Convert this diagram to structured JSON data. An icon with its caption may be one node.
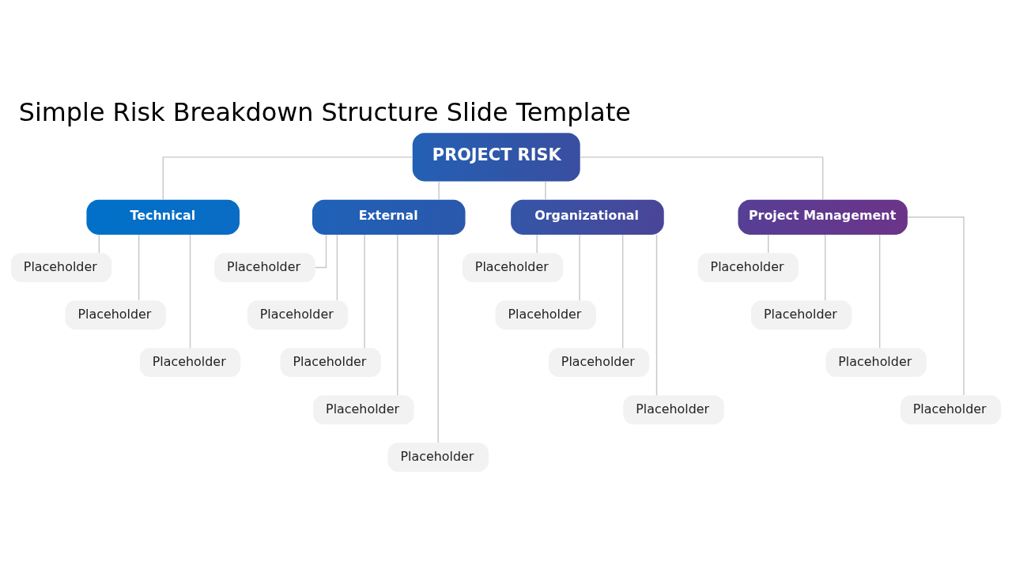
{
  "diagram": {
    "title": "Simple Risk Breakdown Structure Slide Template",
    "nodes": [
      {
        "text": [
          "PROJECT RISK"
        ]
      },
      {
        "text": [
          "Technical"
        ]
      },
      {
        "text": [
          "External"
        ]
      },
      {
        "text": [
          "Organizational"
        ]
      },
      {
        "text": [
          "Project Management"
        ]
      },
      {
        "text": [
          "Placeholder"
        ]
      },
      {
        "text": [
          "Placeholder"
        ]
      },
      {
        "text": [
          "Placeholder"
        ]
      },
      {
        "text": [
          "Placeholder"
        ]
      },
      {
        "text": [
          "Placeholder"
        ]
      },
      {
        "text": [
          "Placeholder"
        ]
      },
      {
        "text": [
          "Placeholder"
        ]
      },
      {
        "text": [
          "Placeholder"
        ]
      },
      {
        "text": [
          "Placeholder"
        ]
      },
      {
        "text": [
          "Placeholder"
        ]
      },
      {
        "text": [
          "Placeholder"
        ]
      },
      {
        "text": [
          "Placeholder"
        ]
      },
      {
        "text": [
          "Placeholder"
        ]
      },
      {
        "text": [
          "Placeholder"
        ]
      },
      {
        "text": [
          "Placeholder"
        ]
      },
      {
        "text": [
          "Placeholder"
        ]
      }
    ],
    "edges": [
      {
        "from": 0,
        "to": 1,
        "arrow": "none"
      },
      {
        "from": 0,
        "to": 2,
        "arrow": "none"
      },
      {
        "from": 0,
        "to": 3,
        "arrow": "none"
      },
      {
        "from": 0,
        "to": 4,
        "arrow": "none"
      },
      {
        "from": 1,
        "to": 5,
        "arrow": "none"
      },
      {
        "from": 1,
        "to": 6,
        "arrow": "none"
      },
      {
        "from": 1,
        "to": 7,
        "arrow": "none"
      },
      {
        "from": 2,
        "to": 8,
        "arrow": "none"
      },
      {
        "from": 2,
        "to": 9,
        "arrow": "none"
      },
      {
        "from": 2,
        "to": 10,
        "arrow": "none"
      },
      {
        "from": 2,
        "to": 11,
        "arrow": "none"
      },
      {
        "from": 2,
        "to": 12,
        "arrow": "none"
      },
      {
        "from": 3,
        "to": 13,
        "arrow": "none"
      },
      {
        "from": 3,
        "to": 14,
        "arrow": "none"
      },
      {
        "from": 3,
        "to": 15,
        "arrow": "none"
      },
      {
        "from": 3,
        "to": 16,
        "arrow": "none"
      },
      {
        "from": 4,
        "to": 17,
        "arrow": "none"
      },
      {
        "from": 4,
        "to": 18,
        "arrow": "none"
      },
      {
        "from": 4,
        "to": 19,
        "arrow": "none"
      },
      {
        "from": 4,
        "to": 20,
        "arrow": "none"
      }
    ]
  }
}
